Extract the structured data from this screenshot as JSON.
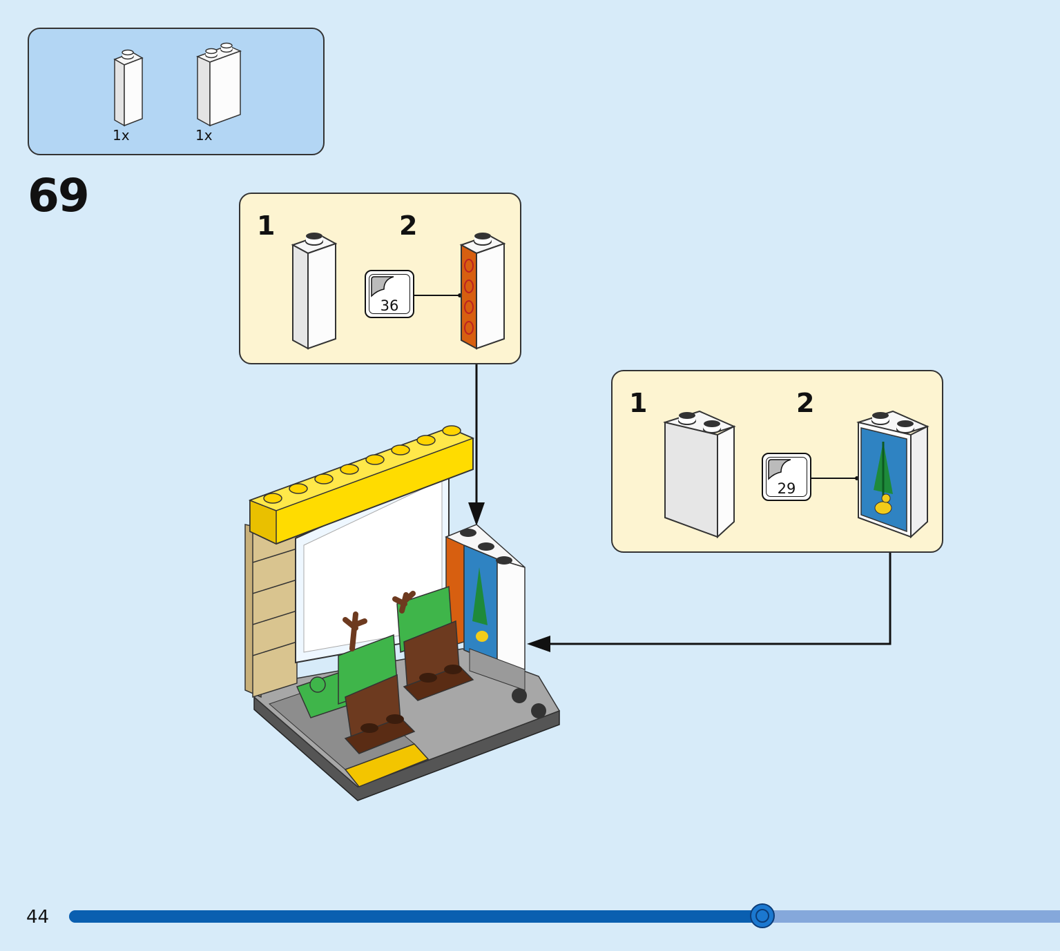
{
  "parts_list": {
    "items": [
      {
        "part": "white-brick-1x1x3",
        "quantity": "1x"
      },
      {
        "part": "white-brick-1x2x3",
        "quantity": "1x"
      }
    ]
  },
  "step": {
    "number": "69"
  },
  "subassembly_a": {
    "step_1": "1",
    "step_2": "2",
    "sticker_number": "36"
  },
  "subassembly_b": {
    "step_1": "1",
    "step_2": "2",
    "sticker_number": "29"
  },
  "footer": {
    "page_number": "44",
    "progress": 0.7
  },
  "colors": {
    "background": "#d7ebf9",
    "parts_box": "#b3d6f4",
    "sub_box": "#fdf4d1",
    "progress_fill": "#0a5fb0",
    "progress_track": "#85a8db"
  }
}
